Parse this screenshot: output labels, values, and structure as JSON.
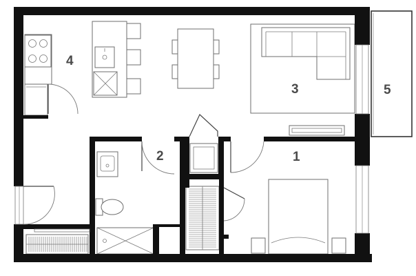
{
  "floor_plan": {
    "rooms": [
      {
        "id": "bedroom",
        "number": "1"
      },
      {
        "id": "bathroom",
        "number": "2"
      },
      {
        "id": "living-room",
        "number": "3"
      },
      {
        "id": "kitchen",
        "number": "4"
      },
      {
        "id": "balcony",
        "number": "5"
      }
    ]
  }
}
